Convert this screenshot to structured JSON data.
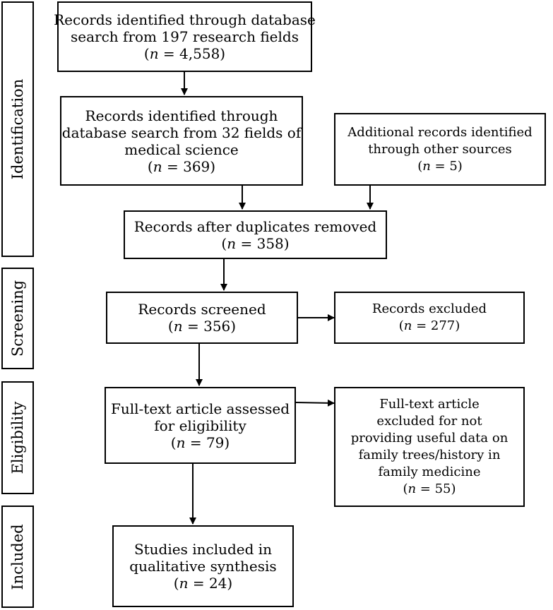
{
  "phases": {
    "identification": "Identification",
    "screening": "Screening",
    "eligibility": "Eligibility",
    "included": "Included"
  },
  "boxes": {
    "database_search_all": {
      "line1": "Records identified through database",
      "line2": "search from 197 research fields",
      "count_open": "(",
      "count_n": "n",
      "count_rest": " = 4,558)"
    },
    "database_search_medical": {
      "line1": "Records identified through",
      "line2": "database search from 32 fields of",
      "line3": "medical science",
      "count_open": "(",
      "count_n": "n",
      "count_rest": " = 369)"
    },
    "additional_records": {
      "line1": "Additional records identified",
      "line2": "through other sources",
      "count_open": "(",
      "count_n": "n",
      "count_rest": " = 5)"
    },
    "duplicates_removed": {
      "line1": "Records after duplicates removed",
      "count_open": "(",
      "count_n": "n",
      "count_rest": " = 358)"
    },
    "records_screened": {
      "line1": "Records screened",
      "count_open": "(",
      "count_n": "n",
      "count_rest": " = 356)"
    },
    "records_excluded": {
      "line1": "Records excluded",
      "count_open": "(",
      "count_n": "n",
      "count_rest": " = 277)"
    },
    "fulltext_assessed": {
      "line1": "Full-text article assessed",
      "line2": "for eligibility",
      "count_open": "(",
      "count_n": "n",
      "count_rest": " = 79)"
    },
    "fulltext_excluded": {
      "line1": "Full-text article",
      "line2": "excluded for not",
      "line3": "providing useful data on",
      "line4": "family trees/history in",
      "line5": "family medicine",
      "count_open": "(",
      "count_n": "n",
      "count_rest": " = 55)"
    },
    "studies_included": {
      "line1": "Studies included in",
      "line2": "qualitative synthesis",
      "count_open": "(",
      "count_n": "n",
      "count_rest": " = 24)"
    }
  }
}
